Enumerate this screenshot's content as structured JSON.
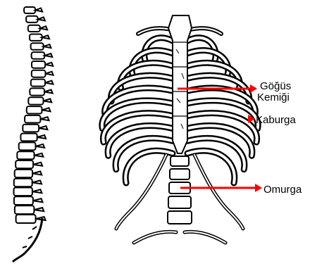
{
  "labels": {
    "sternum_line1": "Göğüs",
    "sternum_line2": "Kemiği",
    "rib": "Kaburga",
    "vertebra": "Omurga"
  },
  "colors": {
    "ink": "#000000",
    "pointer": "#ff0000",
    "background": "#ffffff"
  }
}
